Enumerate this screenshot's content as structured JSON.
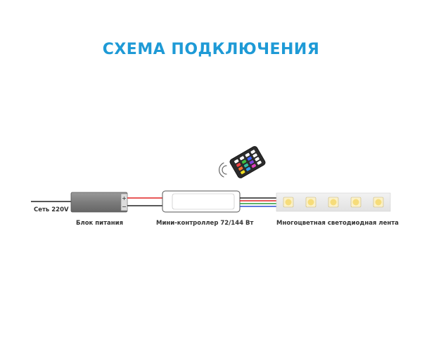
{
  "title": "СХЕМА ПОДКЛЮЧЕНИЯ",
  "labels": {
    "mains": "Сеть 220V",
    "power_supply": "Блок питания",
    "controller": "Мини-контроллер 72/144 Вт",
    "led_strip": "Многоцветная светодиодная лента"
  },
  "power_supply_terminals": {
    "plus": "+",
    "minus": "−"
  },
  "colors": {
    "title": "#1e9ad6",
    "wire_red": "#e02020",
    "wire_green": "#2a9a3a",
    "wire_blue": "#2a4fd0",
    "wire_black": "#222222"
  },
  "remote_buttons": [
    "#ffffff",
    "#ffffff",
    "#ffffff",
    "#ffffff",
    "#f04040",
    "#40c040",
    "#4060ff",
    "#ffffff",
    "#f07030",
    "#30c0a0",
    "#8040e0",
    "#ffffff",
    "#f0e020",
    "#30a0f0",
    "#e040c0",
    "#ffffff"
  ],
  "led_count": 5
}
